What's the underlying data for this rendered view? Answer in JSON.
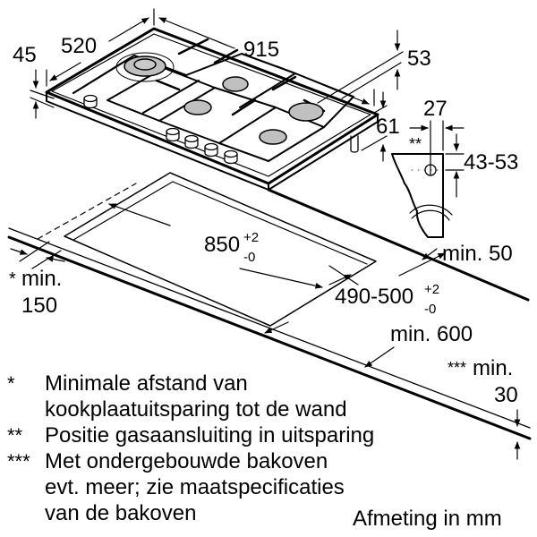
{
  "diagram": {
    "title": "Inbouwmaten gaskookplaat",
    "subject": "gas-hob-5-burners",
    "stroke_color": "#000000",
    "burner_fill": "#c0c0c0",
    "background": "#ffffff"
  },
  "dimensions": {
    "depth": "520",
    "width": "915",
    "thickness_front": "45",
    "rear_height": "53",
    "side_height": "61",
    "gas_offset_x": "27",
    "gas_offset_y": "43-53",
    "gas_marker": "**",
    "cutout_width": "850",
    "cutout_width_tol_plus": "+2",
    "cutout_width_tol_minus": "-0",
    "cutout_depth": "490-500",
    "cutout_depth_tol_plus": "+2",
    "cutout_depth_tol_minus": "-0",
    "rear_clearance": "min. 50",
    "worktop_depth": "min. 600",
    "wall_clearance_mark": "*",
    "wall_clearance_line1": "min.",
    "wall_clearance_line2": "150",
    "oven_clearance_mark": "***",
    "oven_clearance_line1": "min.",
    "oven_clearance_line2": "30"
  },
  "notes": [
    {
      "mark": "*",
      "lines": [
        "Minimale afstand van",
        "kookplaatuitsparing tot de wand"
      ]
    },
    {
      "mark": "**",
      "lines": [
        "Positie gasaansluiting in uitsparing"
      ]
    },
    {
      "mark": "***",
      "lines": [
        "Met ondergebouwde bakoven",
        "evt. meer; zie maatspecificaties",
        "van de bakoven"
      ]
    }
  ],
  "footer": {
    "units": "Afmeting in mm"
  }
}
